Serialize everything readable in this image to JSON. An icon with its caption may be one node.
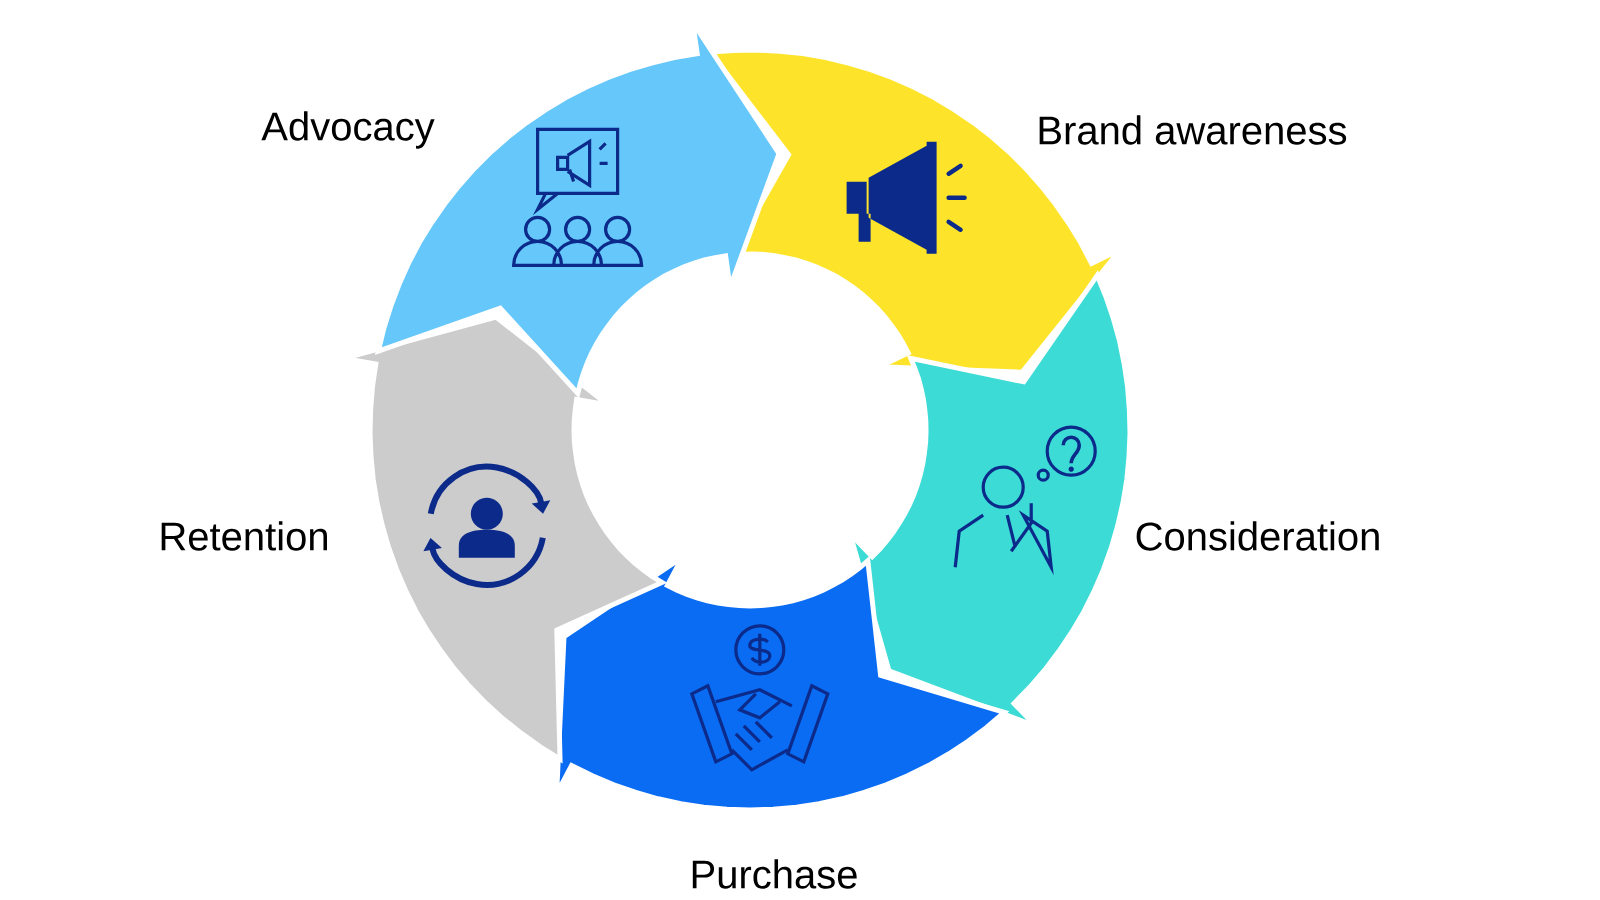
{
  "diagram": {
    "nodes": [
      {
        "text": [
          "Brand awareness"
        ]
      },
      {
        "text": [
          "Consideration"
        ]
      },
      {
        "text": [
          "Purchase"
        ]
      },
      {
        "text": [
          "Retention"
        ]
      },
      {
        "text": [
          "Advocacy"
        ]
      }
    ]
  }
}
